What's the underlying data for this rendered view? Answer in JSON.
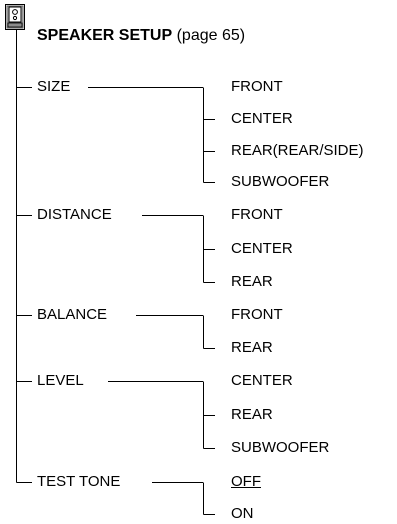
{
  "header": {
    "title": "SPEAKER SETUP",
    "page_ref": "(page 65)",
    "icon": "speaker-setup-icon"
  },
  "menu": [
    {
      "label": "SIZE",
      "options": [
        "FRONT",
        "CENTER",
        "REAR(REAR/SIDE)",
        "SUBWOOFER"
      ]
    },
    {
      "label": "DISTANCE",
      "options": [
        "FRONT",
        "CENTER",
        "REAR"
      ]
    },
    {
      "label": "BALANCE",
      "options": [
        "FRONT",
        "REAR"
      ]
    },
    {
      "label": "LEVEL",
      "options": [
        "CENTER",
        "REAR",
        "SUBWOOFER"
      ]
    },
    {
      "label": "TEST TONE",
      "options": [
        "OFF",
        "ON"
      ],
      "default_option": "OFF"
    }
  ]
}
